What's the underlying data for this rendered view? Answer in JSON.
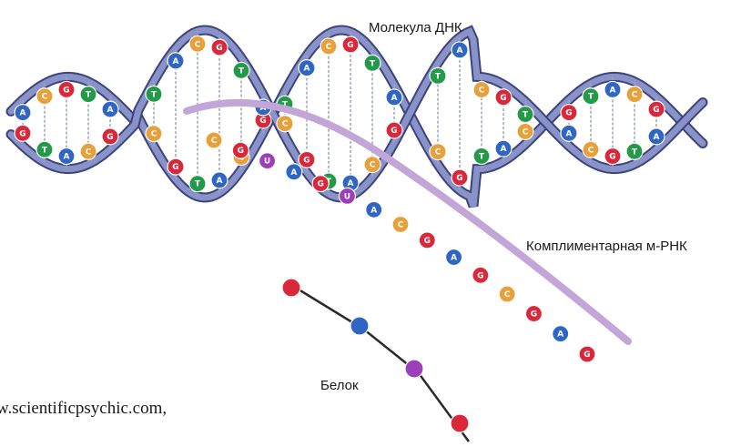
{
  "labels": {
    "dna": "Молекула ДНК",
    "mrna": "Комплиментарная м-РНК",
    "protein": "Белок"
  },
  "credit": "w.scientificpsychic.com,",
  "colors": {
    "backbone": "#8a93c8",
    "backbone_dark": "#3c447f",
    "mrna_strand": "#c3a6d8",
    "protein_link": "#2a2a2a",
    "base_A": "#2f66c4",
    "base_C": "#e8a13a",
    "base_G": "#d8283a",
    "base_T": "#239a47",
    "base_U": "#9c3fb8"
  },
  "base_letters": [
    "A",
    "C",
    "G",
    "T",
    "U"
  ]
}
